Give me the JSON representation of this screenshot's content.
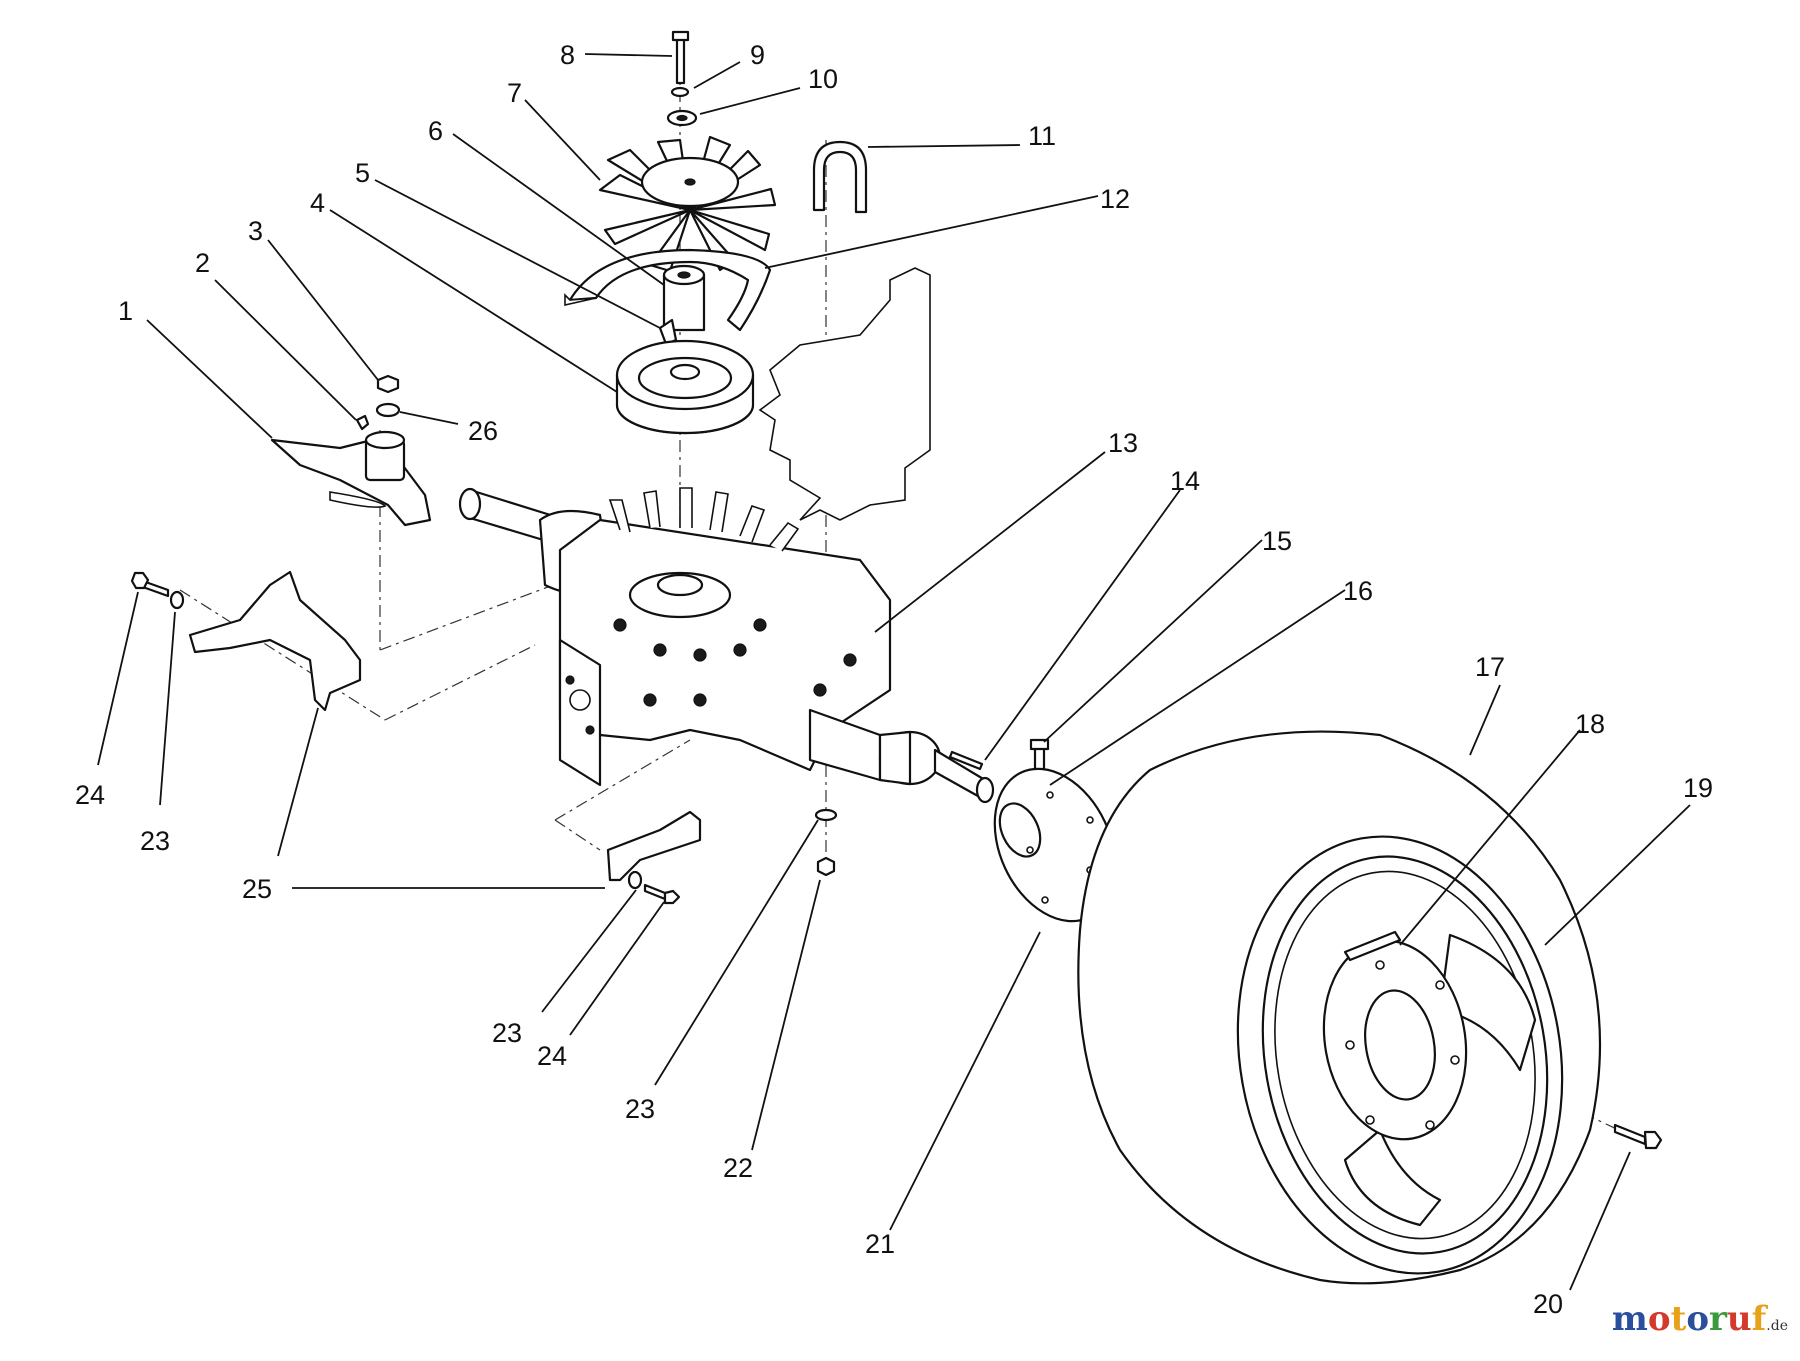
{
  "callouts": [
    {
      "id": "c1",
      "label": "1"
    },
    {
      "id": "c2",
      "label": "2"
    },
    {
      "id": "c3",
      "label": "3"
    },
    {
      "id": "c4",
      "label": "4"
    },
    {
      "id": "c5",
      "label": "5"
    },
    {
      "id": "c6",
      "label": "6"
    },
    {
      "id": "c7",
      "label": "7"
    },
    {
      "id": "c8",
      "label": "8"
    },
    {
      "id": "c9",
      "label": "9"
    },
    {
      "id": "c10",
      "label": "10"
    },
    {
      "id": "c11",
      "label": "11"
    },
    {
      "id": "c12",
      "label": "12"
    },
    {
      "id": "c13",
      "label": "13"
    },
    {
      "id": "c14",
      "label": "14"
    },
    {
      "id": "c15",
      "label": "15"
    },
    {
      "id": "c16",
      "label": "16"
    },
    {
      "id": "c17",
      "label": "17"
    },
    {
      "id": "c18",
      "label": "18"
    },
    {
      "id": "c19",
      "label": "19"
    },
    {
      "id": "c20",
      "label": "20"
    },
    {
      "id": "c21",
      "label": "21"
    },
    {
      "id": "c22",
      "label": "22"
    },
    {
      "id": "c23a",
      "label": "23"
    },
    {
      "id": "c23b",
      "label": "23"
    },
    {
      "id": "c23c",
      "label": "23"
    },
    {
      "id": "c24a",
      "label": "24"
    },
    {
      "id": "c24b",
      "label": "24"
    },
    {
      "id": "c25",
      "label": "25"
    },
    {
      "id": "c26",
      "label": "26"
    }
  ],
  "watermark": {
    "letters": [
      {
        "ch": "m",
        "color": "#2a4f9c"
      },
      {
        "ch": "o",
        "color": "#d33a2c"
      },
      {
        "ch": "t",
        "color": "#e8a21a"
      },
      {
        "ch": "o",
        "color": "#2a4f9c"
      },
      {
        "ch": "r",
        "color": "#3b9a3b"
      },
      {
        "ch": "u",
        "color": "#d33a2c"
      },
      {
        "ch": "f",
        "color": "#e8a21a"
      }
    ],
    "tld": ".de"
  }
}
